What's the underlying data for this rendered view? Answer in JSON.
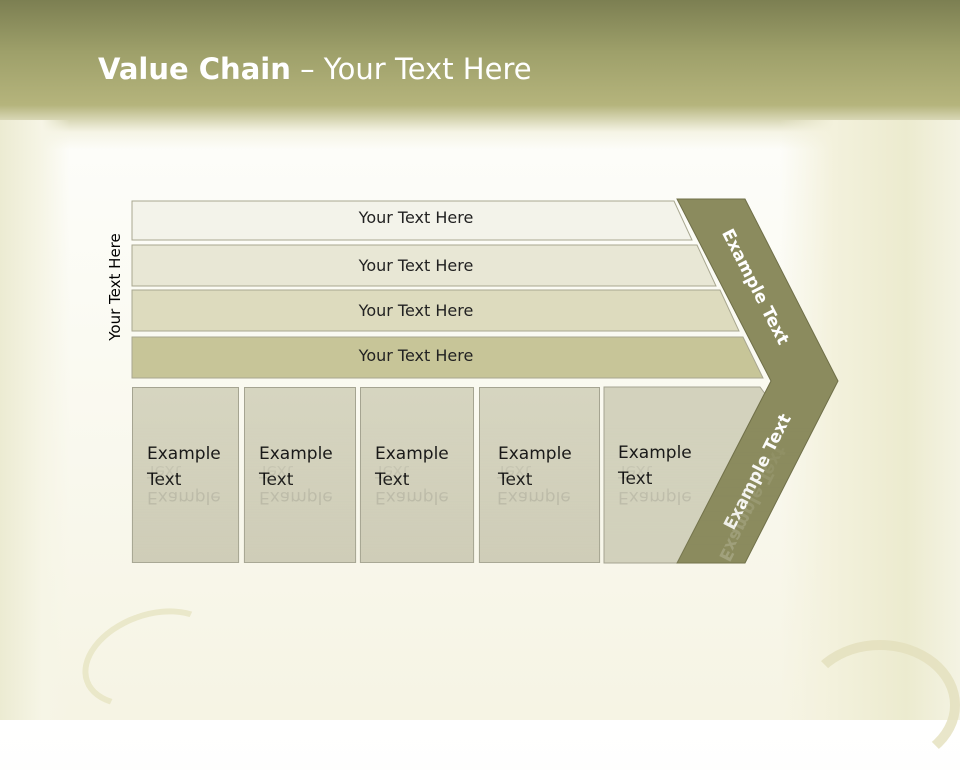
{
  "title": {
    "bold": "Value Chain",
    "rest": " – Your Text Here"
  },
  "side_label": "Your Text Here",
  "bands": [
    "Your Text Here",
    "Your Text Here",
    "Your Text Here",
    "Your Text Here"
  ],
  "boxes": [
    {
      "line1": "Example",
      "line2": "Text"
    },
    {
      "line1": "Example",
      "line2": "Text"
    },
    {
      "line1": "Example",
      "line2": "Text"
    },
    {
      "line1": "Example",
      "line2": "Text"
    },
    {
      "line1": "Example",
      "line2": "Text"
    }
  ],
  "chevron": {
    "upper": "Example Text",
    "lower": "Example Text"
  },
  "colors": {
    "header": "#9ea06a",
    "chevron": "#8b8b5e",
    "band_1": "#f3f3ea",
    "band_2": "#e8e7d5",
    "band_3": "#dddbbe",
    "band_4": "#c7c598"
  }
}
